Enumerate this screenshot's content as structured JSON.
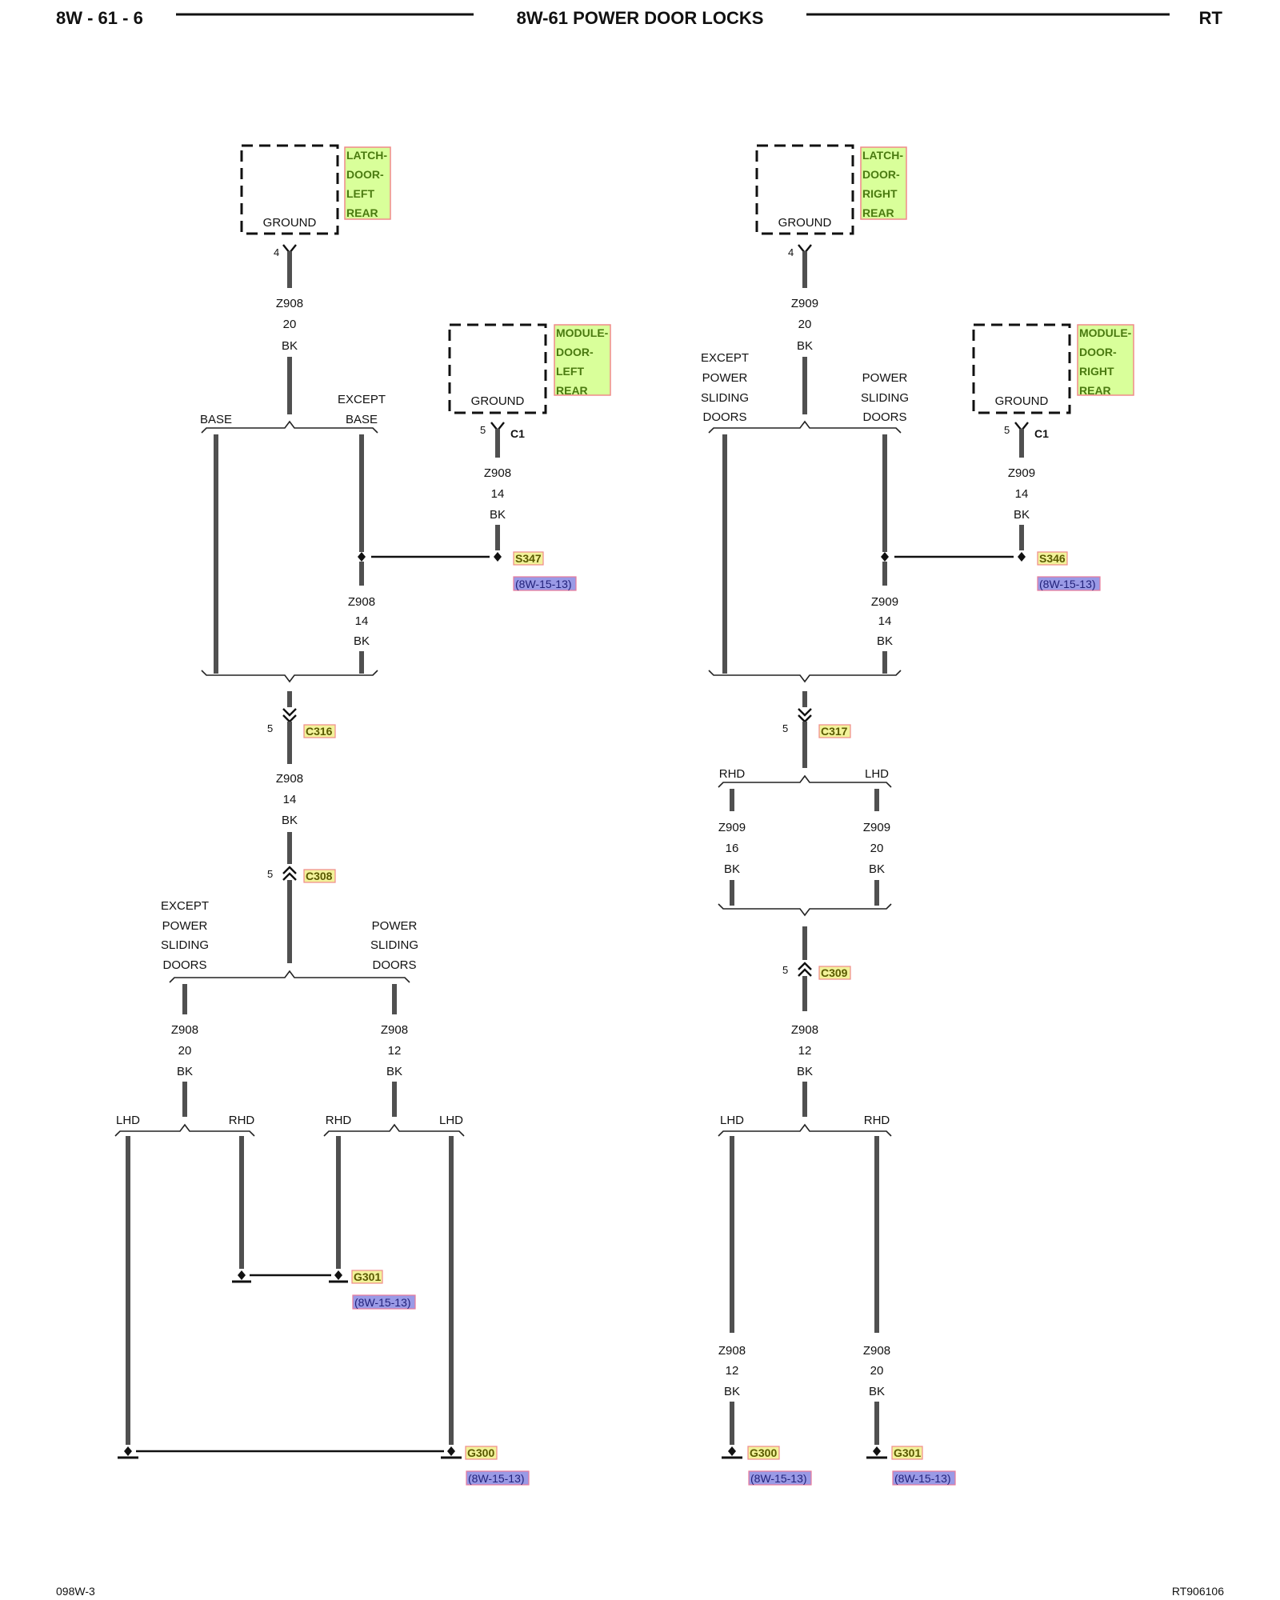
{
  "header": {
    "page": "8W - 61 - 6",
    "title": "8W-61 POWER DOOR LOCKS",
    "code": "RT"
  },
  "footer": {
    "left": "098W-3",
    "right": "RT906106"
  },
  "components": {
    "latch_left": [
      "LATCH-",
      "DOOR-",
      "LEFT",
      "REAR"
    ],
    "latch_right": [
      "LATCH-",
      "DOOR-",
      "RIGHT",
      "REAR"
    ],
    "module_left": [
      "MODULE-",
      "DOOR-",
      "LEFT",
      "REAR"
    ],
    "module_right": [
      "MODULE-",
      "DOOR-",
      "RIGHT",
      "REAR"
    ],
    "ground_label": "GROUND"
  },
  "pins": {
    "latch": "4",
    "module": "5",
    "inline": "5"
  },
  "connectors": {
    "c1": "C1",
    "c316": "C316",
    "c308": "C308",
    "c317": "C317",
    "c309": "C309"
  },
  "splices": {
    "s347": "S347",
    "s346": "S346"
  },
  "grounds": {
    "g300": "G300",
    "g301": "G301"
  },
  "ref": "(8W-15-13)",
  "options": {
    "base": "BASE",
    "except_base": [
      "EXCEPT",
      "BASE"
    ],
    "except_psd": [
      "EXCEPT",
      "POWER",
      "SLIDING",
      "DOORS"
    ],
    "psd": [
      "POWER",
      "SLIDING",
      "DOORS"
    ],
    "lhd": "LHD",
    "rhd": "RHD"
  },
  "wires": {
    "z908_20": [
      "Z908",
      "20",
      "BK"
    ],
    "z908_14": [
      "Z908",
      "14",
      "BK"
    ],
    "z908_12": [
      "Z908",
      "12",
      "BK"
    ],
    "z909_20": [
      "Z909",
      "20",
      "BK"
    ],
    "z909_14": [
      "Z909",
      "14",
      "BK"
    ],
    "z909_16": [
      "Z909",
      "16",
      "BK"
    ]
  },
  "colors": {
    "component_highlight": "#d9ff9a",
    "tag_highlight": "#f2f29a",
    "ref_highlight": "#9a9ae6",
    "wire": "#505050"
  }
}
